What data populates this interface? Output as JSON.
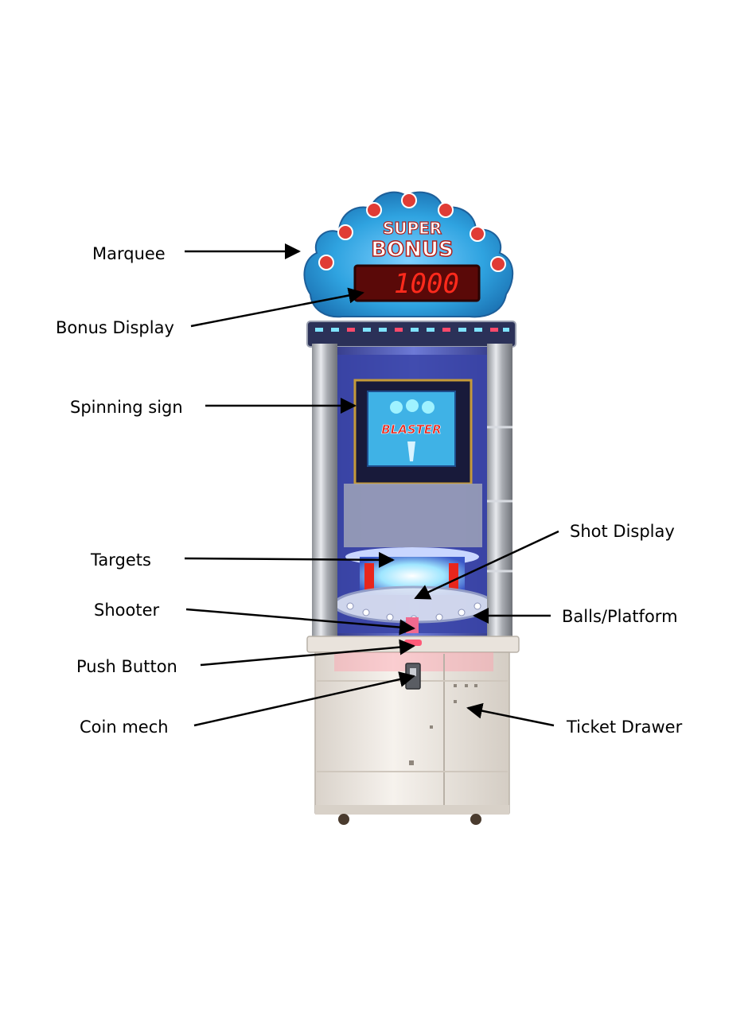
{
  "marquee": {
    "line1": "SUPER",
    "line2": "BONUS"
  },
  "bonus_display": {
    "value": "1000"
  },
  "spinning_sign": {
    "text": "BLASTER"
  },
  "callouts": {
    "marquee": "Marquee",
    "bonus_display": "Bonus Display",
    "spinning_sign": "Spinning sign",
    "targets": "Targets",
    "shooter": "Shooter",
    "push_button": "Push Button",
    "coin_mech": "Coin mech",
    "shot_display": "Shot Display",
    "balls_platform": "Balls/Platform",
    "ticket_drawer": "Ticket Drawer"
  },
  "colors": {
    "marquee_blue": "#2fa3e0",
    "marquee_dark": "#1a6fb0",
    "led_red": "#e8261c",
    "display_bg": "#7a0f0c",
    "cabinet_white": "#f1ece6",
    "chrome": "#b9bcc2",
    "glow_blue": "#4a5cff"
  }
}
